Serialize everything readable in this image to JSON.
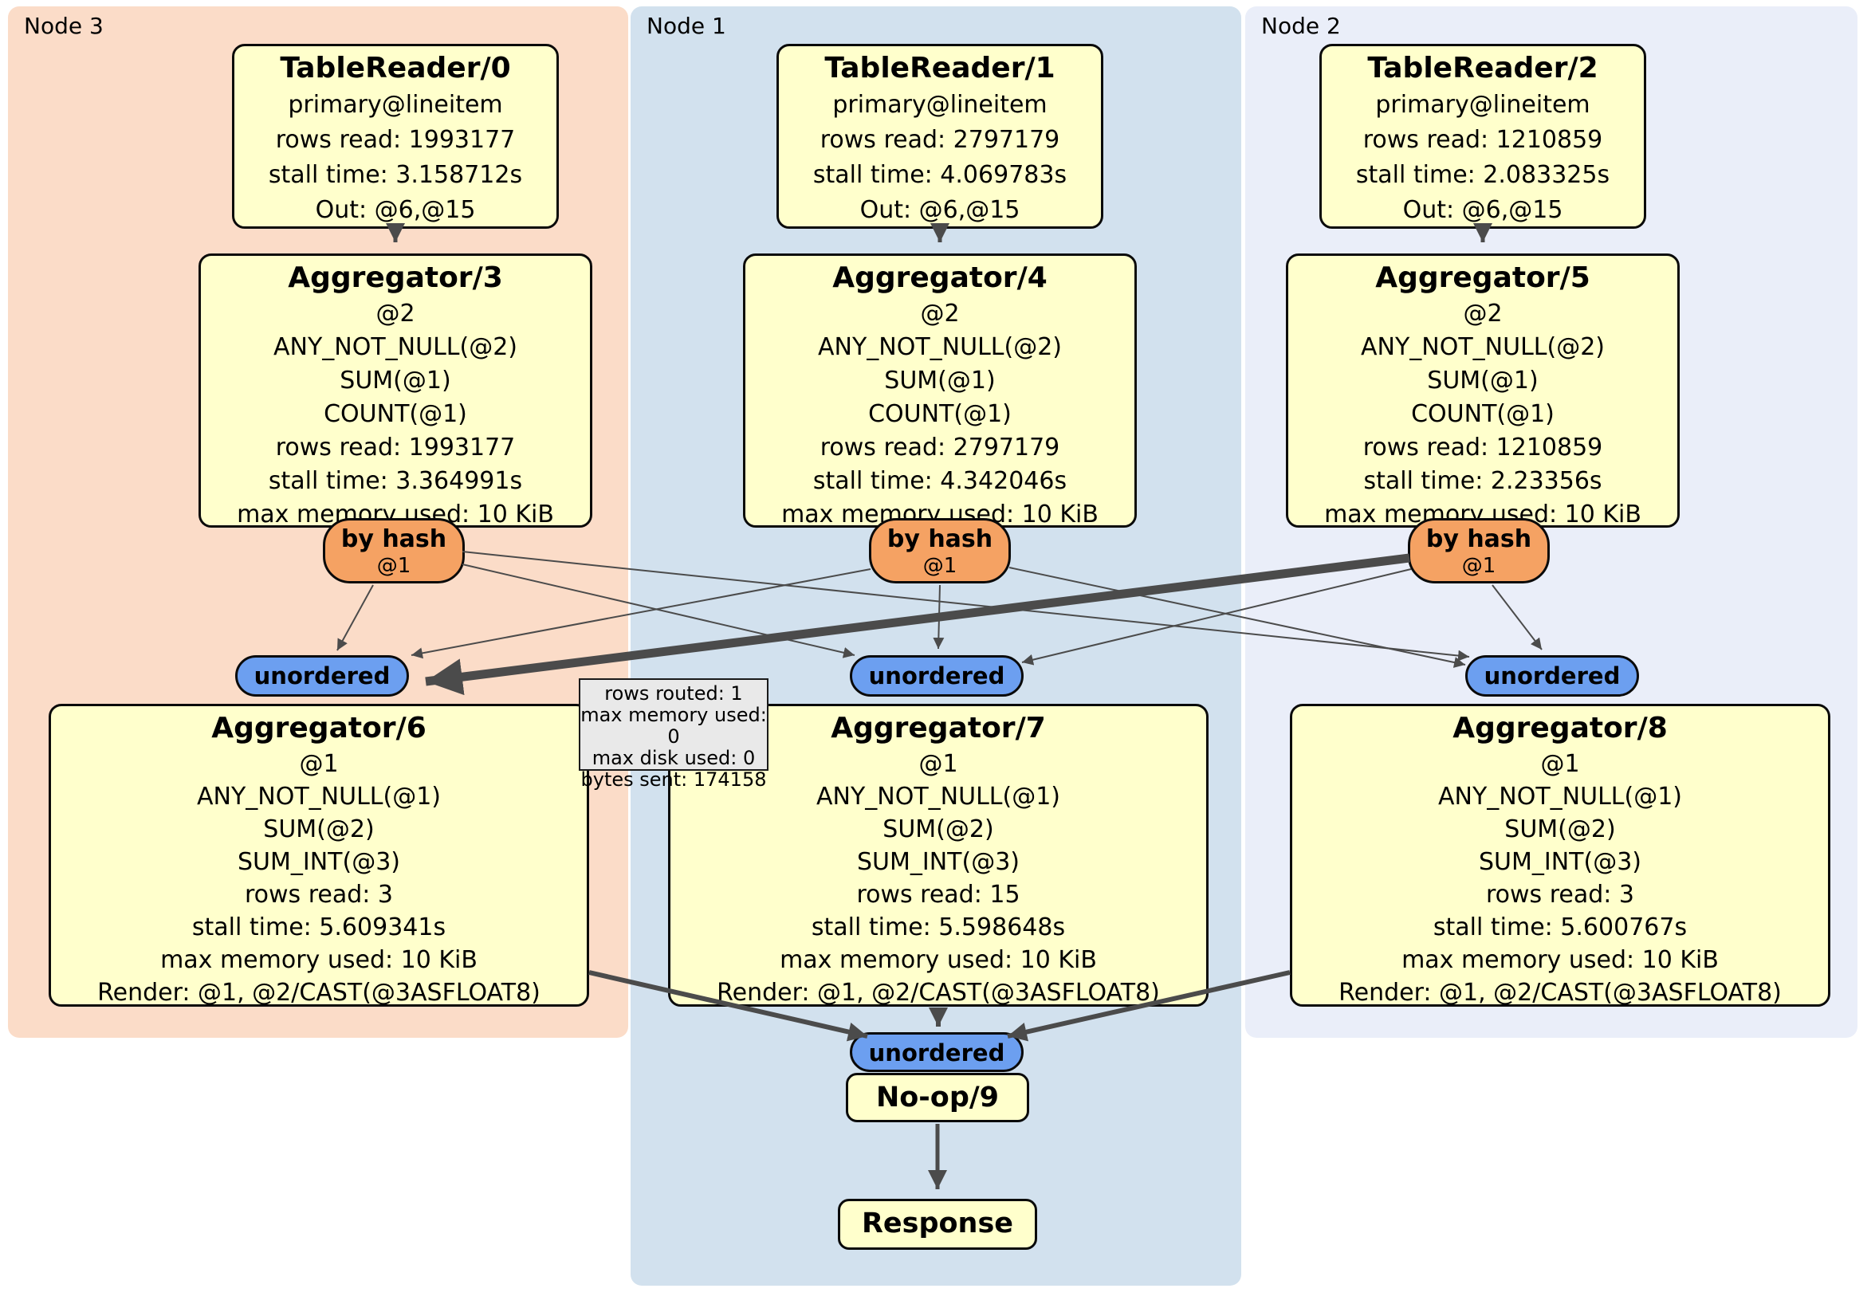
{
  "panels": {
    "node3": {
      "label": "Node 3",
      "bg": "#fbdcc8"
    },
    "node1": {
      "label": "Node 1",
      "bg": "#d2e1ee"
    },
    "node2": {
      "label": "Node 2",
      "bg": "#eaeef9"
    }
  },
  "boxes": {
    "tr0": {
      "title": "TableReader/0",
      "lines": [
        "primary@lineitem",
        "rows read: 1993177",
        "stall time: 3.158712s",
        "Out: @6,@15"
      ]
    },
    "tr1": {
      "title": "TableReader/1",
      "lines": [
        "primary@lineitem",
        "rows read: 2797179",
        "stall time: 4.069783s",
        "Out: @6,@15"
      ]
    },
    "tr2": {
      "title": "TableReader/2",
      "lines": [
        "primary@lineitem",
        "rows read: 1210859",
        "stall time: 2.083325s",
        "Out: @6,@15"
      ]
    },
    "agg3": {
      "title": "Aggregator/3",
      "lines": [
        "@2",
        "ANY_NOT_NULL(@2)",
        "SUM(@1)",
        "COUNT(@1)",
        "rows read: 1993177",
        "stall time: 3.364991s",
        "max memory used: 10 KiB"
      ]
    },
    "agg4": {
      "title": "Aggregator/4",
      "lines": [
        "@2",
        "ANY_NOT_NULL(@2)",
        "SUM(@1)",
        "COUNT(@1)",
        "rows read: 2797179",
        "stall time: 4.342046s",
        "max memory used: 10 KiB"
      ]
    },
    "agg5": {
      "title": "Aggregator/5",
      "lines": [
        "@2",
        "ANY_NOT_NULL(@2)",
        "SUM(@1)",
        "COUNT(@1)",
        "rows read: 1210859",
        "stall time: 2.23356s",
        "max memory used: 10 KiB"
      ]
    },
    "agg6": {
      "title": "Aggregator/6",
      "lines": [
        "@1",
        "ANY_NOT_NULL(@1)",
        "SUM(@2)",
        "SUM_INT(@3)",
        "rows read: 3",
        "stall time: 5.609341s",
        "max memory used: 10 KiB",
        "Render: @1, @2/CAST(@3ASFLOAT8)"
      ]
    },
    "agg7": {
      "title": "Aggregator/7",
      "lines": [
        "@1",
        "ANY_NOT_NULL(@1)",
        "SUM(@2)",
        "SUM_INT(@3)",
        "rows read: 15",
        "stall time: 5.598648s",
        "max memory used: 10 KiB",
        "Render: @1, @2/CAST(@3ASFLOAT8)"
      ]
    },
    "agg8": {
      "title": "Aggregator/8",
      "lines": [
        "@1",
        "ANY_NOT_NULL(@1)",
        "SUM(@2)",
        "SUM_INT(@3)",
        "rows read: 3",
        "stall time: 5.600767s",
        "max memory used: 10 KiB",
        "Render: @1, @2/CAST(@3ASFLOAT8)"
      ]
    },
    "noop": {
      "title": "No-op/9"
    },
    "response": {
      "title": "Response"
    }
  },
  "routers": {
    "byhash": {
      "label": "by hash",
      "sub": "@1"
    },
    "unordered": {
      "label": "unordered"
    }
  },
  "tooltip": {
    "lines": [
      "rows routed: 1",
      "max memory used: 0",
      "max disk used: 0",
      "bytes sent: 174158"
    ]
  },
  "edges": [
    {
      "from": "TableReader/0",
      "to": "Aggregator/3"
    },
    {
      "from": "TableReader/1",
      "to": "Aggregator/4"
    },
    {
      "from": "TableReader/2",
      "to": "Aggregator/5"
    },
    {
      "from": "by-hash-node3",
      "to": "unordered-node3"
    },
    {
      "from": "by-hash-node3",
      "to": "unordered-node1"
    },
    {
      "from": "by-hash-node3",
      "to": "unordered-node2"
    },
    {
      "from": "by-hash-node1",
      "to": "unordered-node3"
    },
    {
      "from": "by-hash-node1",
      "to": "unordered-node1"
    },
    {
      "from": "by-hash-node1",
      "to": "unordered-node2"
    },
    {
      "from": "by-hash-node2",
      "to": "unordered-node3",
      "emphasis": "thick"
    },
    {
      "from": "by-hash-node2",
      "to": "unordered-node1"
    },
    {
      "from": "by-hash-node2",
      "to": "unordered-node2"
    },
    {
      "from": "Aggregator/6",
      "to": "unordered-final"
    },
    {
      "from": "Aggregator/7",
      "to": "unordered-final"
    },
    {
      "from": "Aggregator/8",
      "to": "unordered-final"
    },
    {
      "from": "No-op/9",
      "to": "Response"
    }
  ],
  "colors": {
    "node_fill": "#ffffcc",
    "byhash_fill": "#f5a263",
    "unordered_fill": "#6c9ff0",
    "edge": "#4b4b4b",
    "panel_node3": "#fbdcc8",
    "panel_node1": "#d2e1ee",
    "panel_node2": "#eaeef9",
    "tooltip_bg": "#e9e9e9"
  }
}
